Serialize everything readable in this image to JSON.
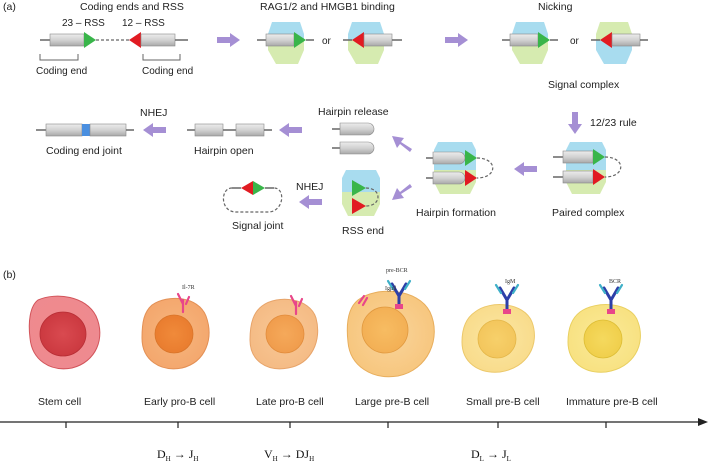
{
  "panel_a": {
    "label": "(a)",
    "titles": {
      "coding_ends": "Coding ends and RSS",
      "rag_binding": "RAG1/2 and HMGB1 binding",
      "nicking": "Nicking"
    },
    "rss23": "23 – RSS",
    "rss12": "12 – RSS",
    "coding_end_1": "Coding end",
    "coding_end_2": "Coding end",
    "or_1": "or",
    "or_2": "or",
    "signal_complex": "Signal complex",
    "rule_1223": "12/23 rule",
    "paired_complex": "Paired complex",
    "hairpin_formation": "Hairpin formation",
    "hairpin_release": "Hairpin release",
    "hairpin_open": "Hairpin open",
    "nhej_1": "NHEJ",
    "nhej_2": "NHEJ",
    "coding_end_joint": "Coding end joint",
    "rss_end": "RSS end",
    "signal_joint": "Signal joint"
  },
  "panel_b": {
    "label": "(b)",
    "receptors": {
      "early_pro_b": "Il-7R",
      "large_pre_b_1": "pre-BCR",
      "large_pre_b_2": "Igμβ",
      "small_pre_b": "IgM",
      "immature_pre_b": "BCR"
    },
    "stages": [
      "Stem cell",
      "Early pro-B cell",
      "Late pro-B cell",
      "Large pre-B cell",
      "Small pre-B cell",
      "Immature pre-B cell"
    ],
    "rearrangements": [
      {
        "from_main": "D",
        "from_sub": "H",
        "to_main": "J",
        "to_sub": "H",
        "arrow": "→"
      },
      {
        "from_main": "V",
        "from_sub": "H",
        "to_main": "DJ",
        "to_sub": "H",
        "arrow": "→"
      },
      {
        "from_main": "D",
        "from_sub": "L",
        "to_main": "J",
        "to_sub": "L",
        "arrow": "→"
      }
    ]
  },
  "colors": {
    "arrow_purple": "#a58fd4",
    "triangle_green": "#39b54a",
    "triangle_red": "#e11b22",
    "rag_blue": "#a8dcef",
    "rag_green": "#d6ebb0",
    "segment_gray": "#cfcfcf",
    "joint_blue": "#4a8fe0",
    "stem_cell": "#e25a61",
    "early_pro_b": "#f0964f",
    "late_pro_b": "#f4ac5e",
    "large_pre_b": "#f5c06a",
    "small_pre_b": "#f5d56e",
    "immature_pre_b": "#f3df6a"
  }
}
